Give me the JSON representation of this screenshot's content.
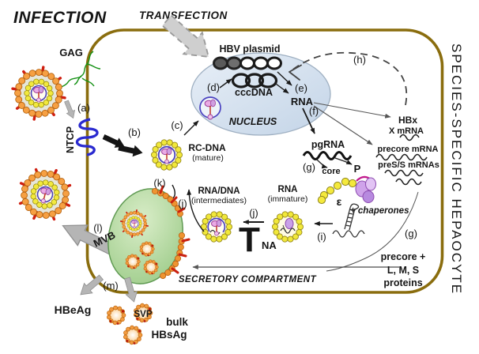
{
  "figure": {
    "infection": "INFECTION",
    "transfection": "TRANSFECTION",
    "species_label": "SPECIES-SPECIFIC HEPAOCYTE"
  },
  "entry": {
    "gag": "GAG",
    "ntcp": "NTCP"
  },
  "steps": {
    "a": "(a)",
    "b": "(b)",
    "c": "(c)",
    "d": "(d)",
    "e": "(e)",
    "f": "(f)",
    "g": "(g)",
    "g2": "(g)",
    "h": "(h)",
    "i": "(i)",
    "j": "(j)",
    "j2": "(j)",
    "k": "(k)",
    "l": "(l)",
    "m": "(m)"
  },
  "nucleus": {
    "label": "NUCLEUS",
    "hbv_plasmid": "HBV plasmid",
    "cccdna": "cccDNA",
    "rna": "RNA"
  },
  "capsids": {
    "rcdna": "RC-DNA",
    "rcdna_state": "(mature)",
    "intermediate": "RNA/DNA",
    "intermediate_state": "(intermediates)",
    "immature": "RNA",
    "immature_state": "(immature)"
  },
  "transcripts": {
    "pgrna": "pgRNA",
    "core": "core",
    "p": "P",
    "hbx": "HBx",
    "x_mrna": "X mRNA",
    "precore_mrna": "precore mRNA",
    "press_mrnas": "preS/S mRNAs"
  },
  "assembly": {
    "epsilon": "ε",
    "chaperones": "+ chaperones"
  },
  "inhibitor": {
    "symbol": "T",
    "subscript": "NA"
  },
  "secretory": {
    "compartment": "SECRETORY COMPARTMENT",
    "mvb": "MVB",
    "precore_line1": "precore +",
    "precore_line2": "L, M, S",
    "precore_line3": "proteins"
  },
  "secreted": {
    "hbeag": "HBeAg",
    "svp": "SVP",
    "bulk": "bulk",
    "hbsag": "HBsAg"
  },
  "colors": {
    "membrane": "#8a6d0e",
    "species_text": "#a38434",
    "ntcp": "#2a2ad0",
    "gag": "#149114",
    "inhibitor": "#c40000",
    "nucleus_fill": "#d8e4f1",
    "mvb_fill": "#a9d494",
    "envelope_orange": "#ee9631",
    "capsid_yellow": "#f1e83a",
    "spike_red": "#cf1f10",
    "arrow_gray": "#b5b5b5"
  }
}
